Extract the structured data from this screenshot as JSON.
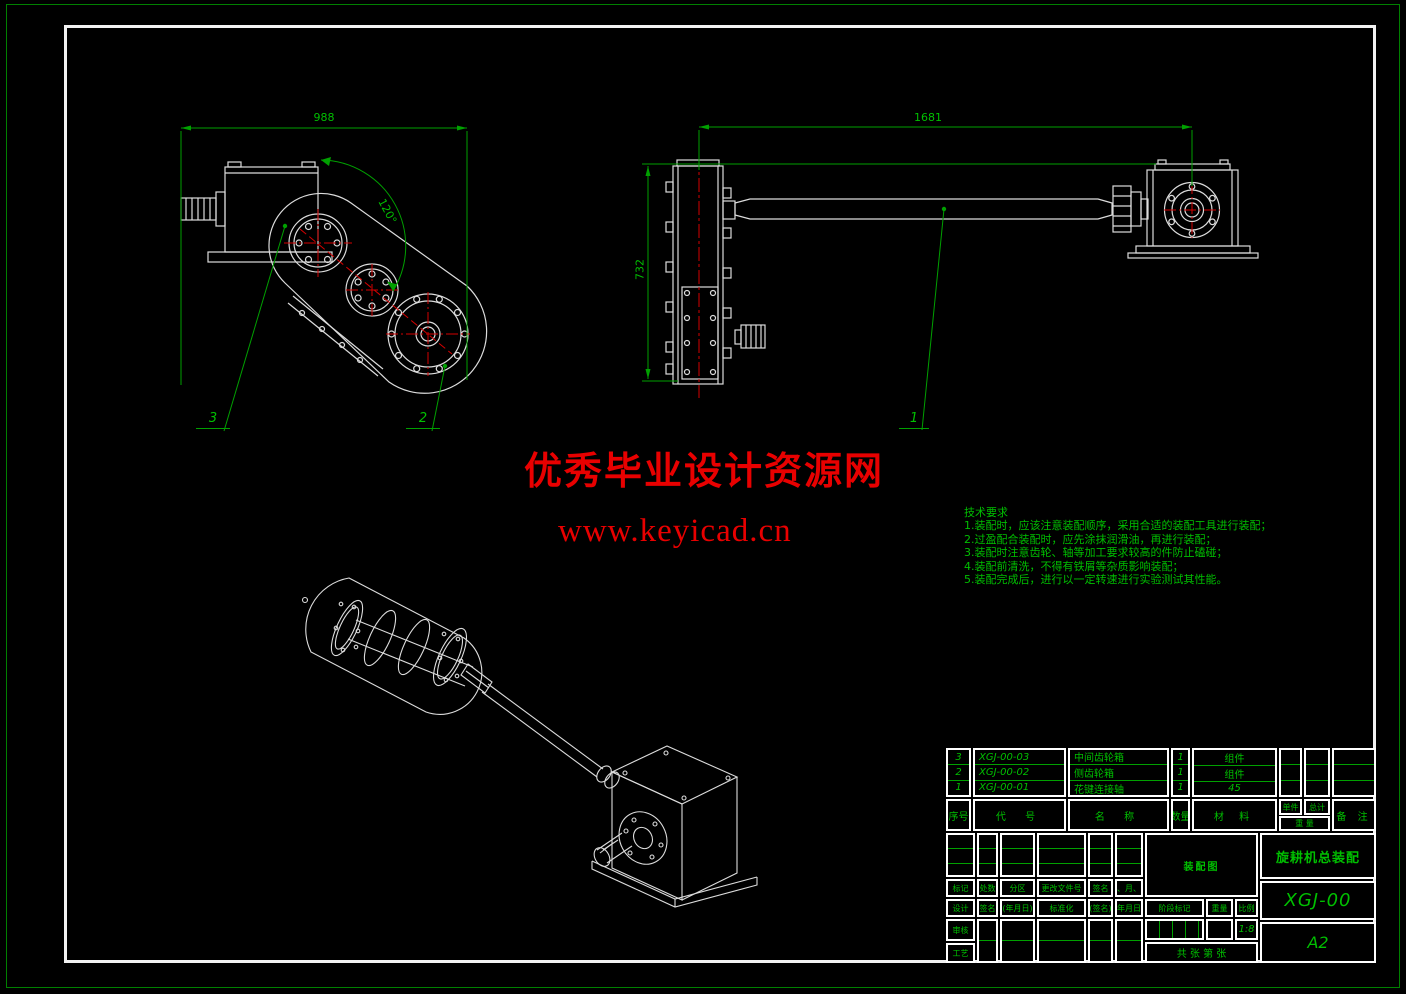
{
  "colors": {
    "line_green": "#00a000",
    "text_green": "#00bf00",
    "centerline_red": "#d40000",
    "watermark_red": "#e80000",
    "line_white": "#dcdcdc"
  },
  "views": {
    "side": {
      "width_dim": "988",
      "angle_dim": "120°",
      "balloon_3": "3",
      "balloon_2": "2"
    },
    "front": {
      "length_dim": "1681",
      "height_dim": "732",
      "balloon_1": "1"
    }
  },
  "watermark": {
    "line1": "优秀毕业设计资源网",
    "line2": "www.keyicad.cn"
  },
  "tech": {
    "title": "技术要求",
    "items": [
      "1.装配时，应该注意装配顺序，采用合适的装配工具进行装配；",
      "2.过盈配合装配时，应先涂抹润滑油，再进行装配；",
      "3.装配时注意齿轮、轴等加工要求较高的件防止磕碰；",
      "4.装配前清洗，不得有铁屑等杂质影响装配；",
      "5.装配完成后，进行以一定转速进行实验测试其性能。"
    ]
  },
  "title_block": {
    "parts": [
      {
        "no": "3",
        "code": "XGJ-00-03",
        "name": "中间齿轮箱",
        "qty": "1",
        "material": "组件"
      },
      {
        "no": "2",
        "code": "XGJ-00-02",
        "name": "侧齿轮箱",
        "qty": "1",
        "material": "组件"
      },
      {
        "no": "1",
        "code": "XGJ-00-01",
        "name": "花键连接轴",
        "qty": "1",
        "material": "45"
      }
    ],
    "col_no": "序号",
    "col_code": "代 号",
    "col_name": "名 称",
    "col_qty": "数量",
    "col_material": "材 料",
    "col_unit": "单件",
    "col_total": "总计",
    "col_weight": "重 量",
    "col_remark": "备 注",
    "rev_labels": [
      "标记",
      "处数",
      "分区",
      "更改文件号",
      "签名",
      "年、月、日"
    ],
    "design_labels": [
      "设计",
      "(签名)",
      "(年月日)",
      "标准化",
      "(签名)",
      "(年月日)"
    ],
    "audit": "审核",
    "process": "工艺",
    "drawing_type": "装配图",
    "stage": "阶段标记",
    "weight": "重量",
    "scale": "比例",
    "scale_value": "1:8",
    "sheets": "共  张  第  张",
    "title": "旋耕机总装配",
    "code": "XGJ-00",
    "size": "A2"
  }
}
